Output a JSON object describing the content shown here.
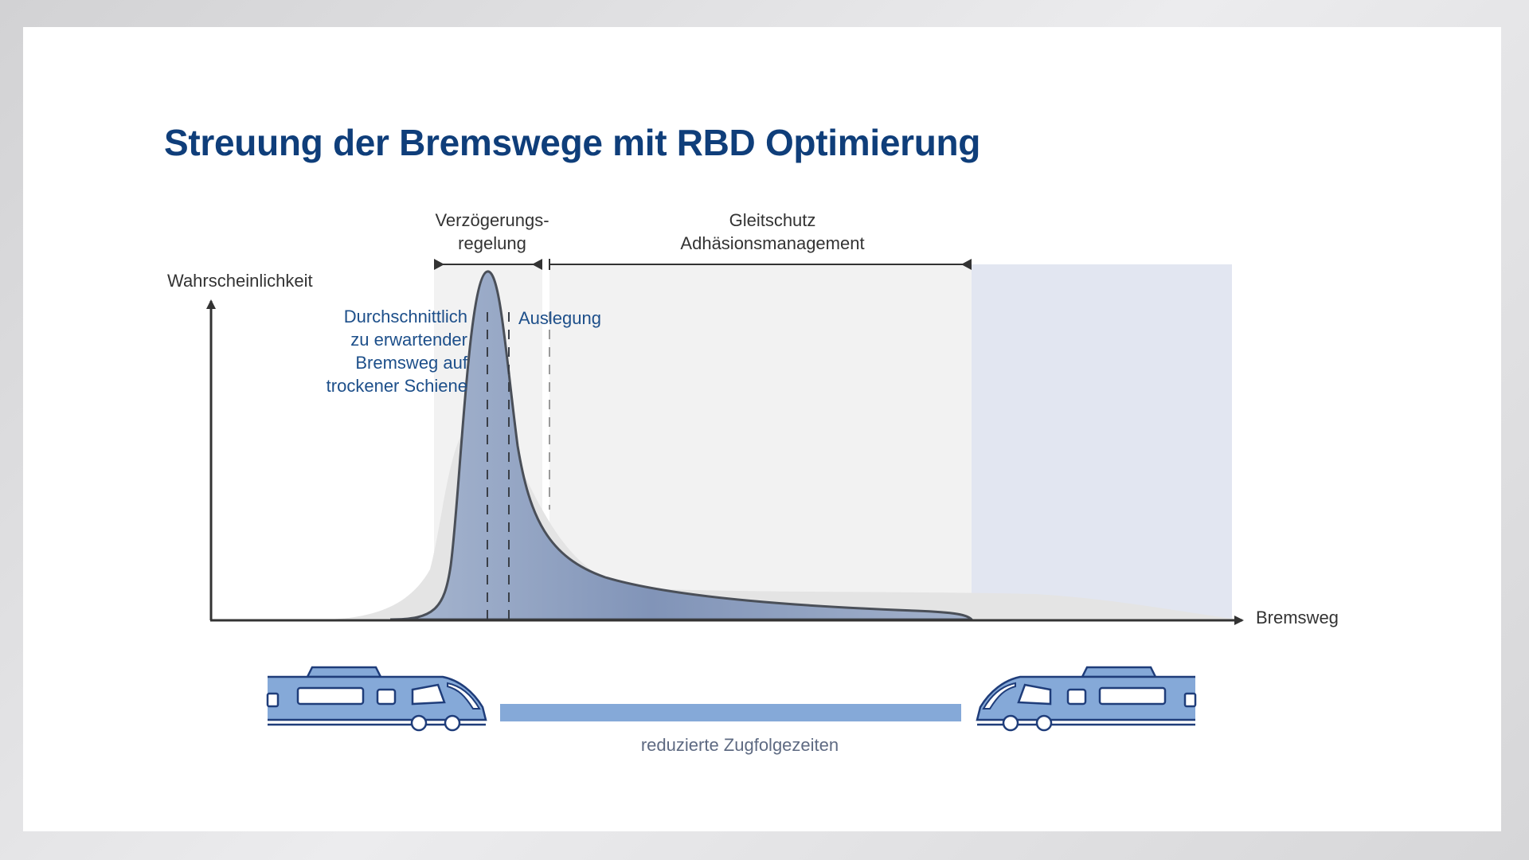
{
  "title": "Streuung der Bremswege mit RBD Optimierung",
  "labels": {
    "y_axis": "Wahrscheinlichkeit",
    "x_axis": "Bremsweg",
    "range1_line1": "Verzögerungs-",
    "range1_line2": "regelung",
    "range2_line1": "Gleitschutz",
    "range2_line2": "Adhäsionsmanagement",
    "avg_line1": "Durchschnittlich",
    "avg_line2": "zu erwartender",
    "avg_line3": "Bremsweg auf",
    "avg_line4": "trockener Schiene",
    "design": "Auslegung",
    "headway": "reduzierte Zugfolgezeiten"
  },
  "icons": {
    "left_train": "train-icon",
    "right_train": "train-icon"
  },
  "colors": {
    "title": "#0f3e7a",
    "optimized_curve": "#8a9ec0",
    "original_curve": "#e4e4e4",
    "highlight_zone": "#e2e6f1",
    "train": "#85a9d8"
  }
}
